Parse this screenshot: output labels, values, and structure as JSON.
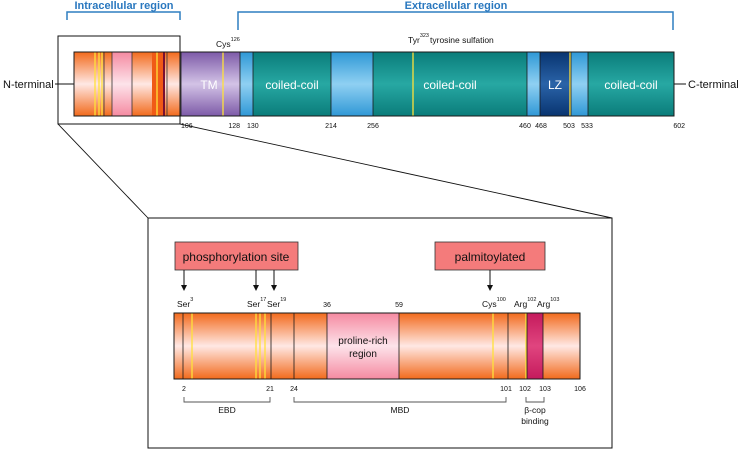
{
  "regions": {
    "intracellular": "Intracellular region",
    "extracellular": "Extracellular region"
  },
  "termini": {
    "n": "N-terminal",
    "c": "C-terminal"
  },
  "top_bar": {
    "cys": {
      "label": "Cys",
      "sup": "126"
    },
    "tyr": {
      "label": "Tyr",
      "sup": "323",
      "desc": "tyrosine sulfation"
    },
    "domains": {
      "tm": "TM",
      "cc1": "coiled-coil",
      "cc2": "coiled-coil",
      "lz": "LZ",
      "cc3": "coiled-coil"
    },
    "positions": [
      "106",
      "128",
      "130",
      "214",
      "256",
      "460",
      "468",
      "503",
      "533",
      "602"
    ]
  },
  "detail": {
    "phospho_label": "phosphorylation site",
    "palmitoyl_label": "palmitoylated",
    "sites": [
      {
        "label": "Ser",
        "sup": "3"
      },
      {
        "label": "Ser",
        "sup": "17"
      },
      {
        "label": "Ser",
        "sup": "19"
      },
      {
        "label": "Cys",
        "sup": "100"
      },
      {
        "label": "Arg",
        "sup": "102"
      },
      {
        "label": "Arg",
        "sup": "103"
      }
    ],
    "above_positions": [
      "36",
      "59"
    ],
    "proline_line1": "proline-rich",
    "proline_line2": "region",
    "positions": [
      "2",
      "21",
      "24",
      "101",
      "102",
      "103",
      "106"
    ],
    "brackets": {
      "ebd": "EBD",
      "mbd": "MBD",
      "bcop1": "β-cop",
      "bcop2": "binding"
    }
  },
  "colors": {
    "bracket_blue": "#2f7fc1",
    "region_text": "#2a78bf",
    "tm": "#8b6cb5",
    "teal": "#0f8a87",
    "blue": "#3fa6dc",
    "lz": "#0b3e80",
    "orange": "#f26d1f",
    "pink": "#f78fa4",
    "magenta": "#d12a6b",
    "callout": "#f47b7b",
    "yellow": "#ffe23a"
  }
}
